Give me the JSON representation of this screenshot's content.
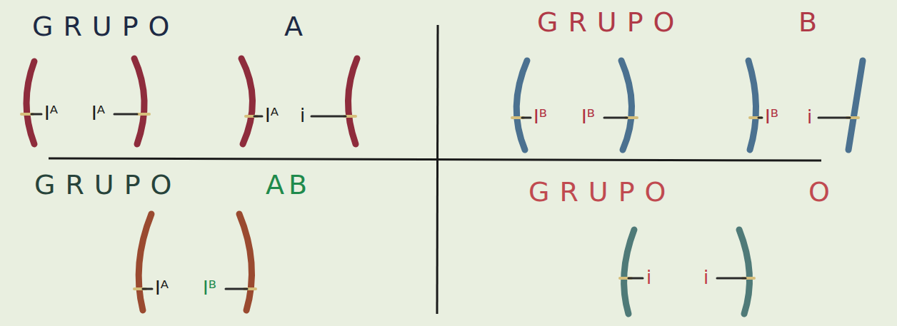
{
  "diagram": {
    "labels": [
      "GRUPO",
      "A",
      "GRUPO",
      "B",
      "Iᴬ",
      "Iᴬ",
      "Iᴬ",
      "i",
      "Iᴮ",
      "Iᴮ",
      "Iᴮ",
      "i",
      "GRUPO",
      "AB",
      "GRUPO",
      "O",
      "Iᴬ",
      "Iᴮ",
      "i",
      "i"
    ]
  }
}
